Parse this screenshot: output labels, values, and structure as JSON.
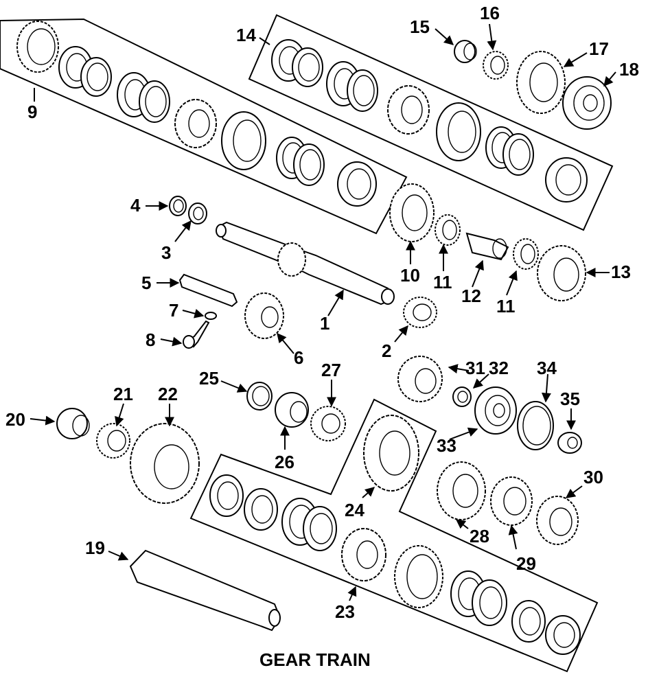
{
  "title": "GEAR TRAIN",
  "callouts": {
    "c1": "1",
    "c2": "2",
    "c3": "3",
    "c4": "4",
    "c5": "5",
    "c6": "6",
    "c7": "7",
    "c8": "8",
    "c9": "9",
    "c10": "10",
    "c11a": "11",
    "c11b": "11",
    "c12": "12",
    "c13": "13",
    "c14": "14",
    "c15": "15",
    "c16": "16",
    "c17": "17",
    "c18": "18",
    "c19": "19",
    "c20": "20",
    "c21": "21",
    "c22": "22",
    "c23": "23",
    "c24": "24",
    "c25": "25",
    "c26": "26",
    "c27": "27",
    "c28": "28",
    "c29": "29",
    "c30": "30",
    "c31": "31",
    "c32": "32",
    "c33": "33",
    "c34": "34",
    "c35": "35"
  }
}
